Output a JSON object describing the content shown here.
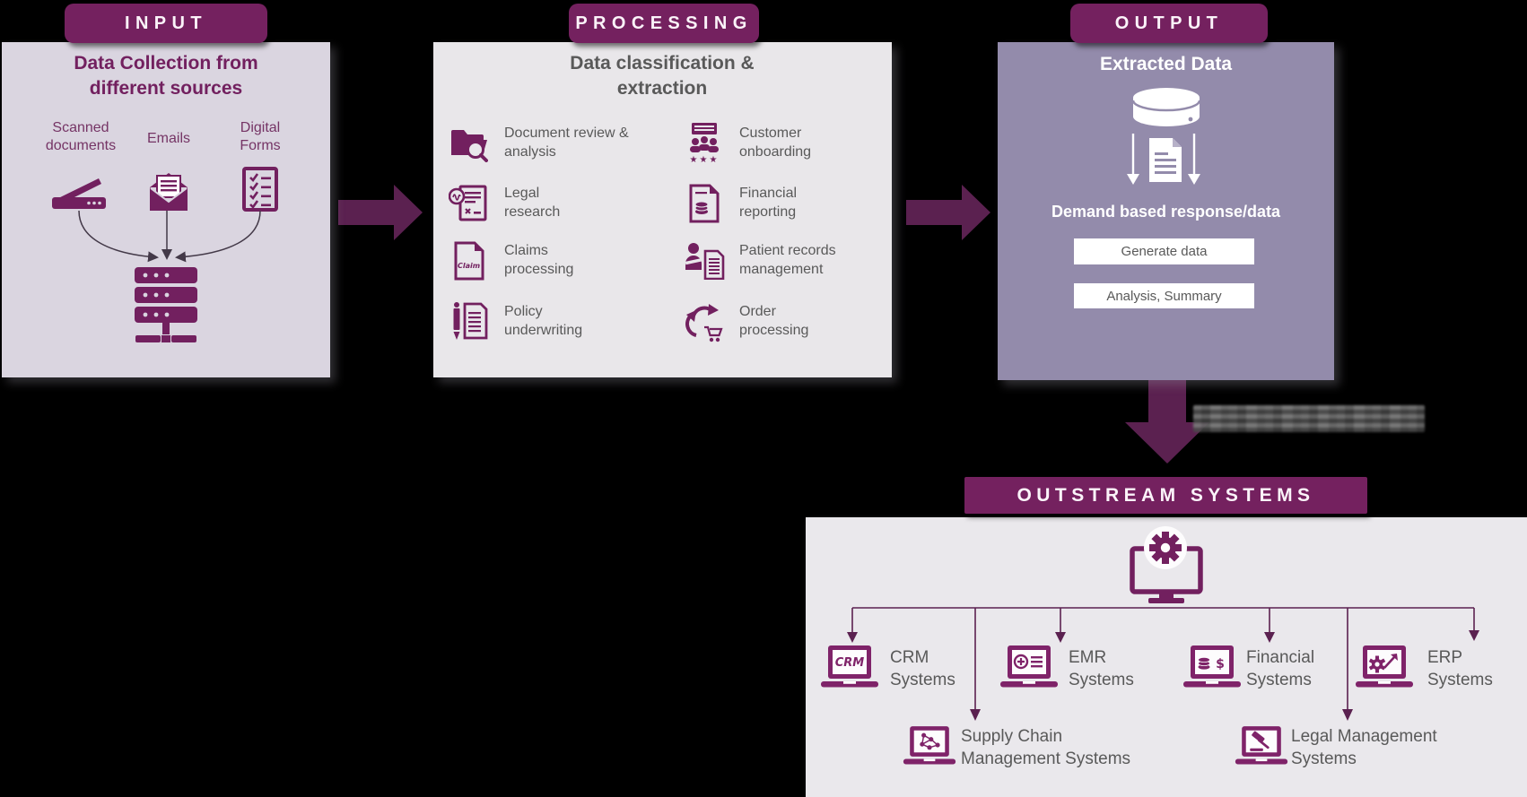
{
  "colors": {
    "background": "#000000",
    "banner_purple": "#74215f",
    "flow_arrow_purple": "#5b2150",
    "input_panel": "#dad5e0",
    "processing_panel": "#e9e7ea",
    "output_panel": "#938bab",
    "outstream_panel": "#eae8ec",
    "icon_purple": "#72205f",
    "text_gray": "#595959",
    "text_plum": "#753465"
  },
  "input": {
    "banner": "INPUT",
    "title": "Data Collection from\ndifferent sources",
    "sources": [
      {
        "label": "Scanned\ndocuments",
        "icon": "scanner-icon"
      },
      {
        "label": "Emails",
        "icon": "email-icon"
      },
      {
        "label": "Digital\nForms",
        "icon": "digital-form-icon"
      }
    ],
    "collector_icon": "server-icon"
  },
  "processing": {
    "banner": "PROCESSING",
    "title": "Data classification &\nextraction",
    "items": [
      {
        "label": "Document review &\nanalysis",
        "icon": "folder-search-icon"
      },
      {
        "label": "Legal\nresearch",
        "icon": "legal-research-icon"
      },
      {
        "label": "Claims\nprocessing",
        "icon": "claims-document-icon"
      },
      {
        "label": "Policy\nunderwriting",
        "icon": "policy-pen-icon"
      },
      {
        "label": "Customer\nonboarding",
        "icon": "customer-onboarding-icon"
      },
      {
        "label": "Financial\nreporting",
        "icon": "financial-report-icon"
      },
      {
        "label": "Patient records\nmanagement",
        "icon": "patient-records-icon"
      },
      {
        "label": "Order\nprocessing",
        "icon": "order-processing-icon"
      }
    ],
    "icon_texts": {
      "claim": "Claim",
      "stars": "★★★"
    }
  },
  "output": {
    "banner": "OUTPUT",
    "title": "Extracted Data",
    "subtitle": "Demand based response/data",
    "buttons": [
      {
        "label": "Generate data"
      },
      {
        "label": "Analysis, Summary"
      }
    ]
  },
  "outstream": {
    "banner": "OUTSTREAM SYSTEMS",
    "hub_icon": "monitor-gear-icon",
    "systems": [
      {
        "label": "CRM\nSystems",
        "icon": "crm-laptop-icon"
      },
      {
        "label": "EMR\nSystems",
        "icon": "emr-laptop-icon"
      },
      {
        "label": "Financial\nSystems",
        "icon": "financial-laptop-icon"
      },
      {
        "label": "ERP\nSystems",
        "icon": "erp-laptop-icon"
      },
      {
        "label": "Supply Chain\nManagement Systems",
        "icon": "supply-chain-laptop-icon"
      },
      {
        "label": "Legal Management\nSystems",
        "icon": "legal-laptop-icon"
      }
    ],
    "icon_texts": {
      "crm": "CRM",
      "dollar": "$"
    }
  }
}
